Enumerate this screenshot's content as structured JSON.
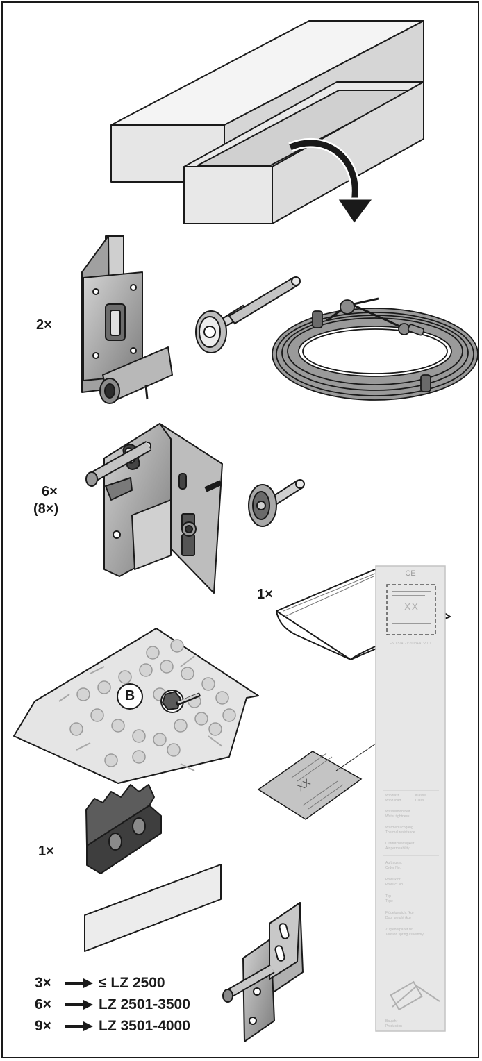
{
  "quantities": {
    "track_set": "2×",
    "hinge_roller": "6×",
    "hinge_roller_alt": "(8×)",
    "manual": "1×",
    "cable_clip": "1×"
  },
  "badge": {
    "screw_bag": "B"
  },
  "sticker": {
    "code": "XX"
  },
  "label": {
    "ce_mark": "CE",
    "code": "XX",
    "standard": "EN 13241-1:2003+A1:2011",
    "wind_en": "Wind load",
    "wind_de": "Windlast",
    "class_1": "Klasse",
    "class_2": "Class",
    "water_de": "Wasserdichtheit",
    "water_en": "Water tightness",
    "thermal_de": "Wärmedurchgang",
    "thermal_en": "Thermal resistance",
    "air_de": "Luftdurchlässigkeit",
    "air_en": "Air permeability",
    "order_de": "Auftragsnr.",
    "order_en": "Order No.",
    "product_de": "Produktnr.",
    "product_en": "Product No.",
    "type_de": "Typ",
    "type_en": "Type",
    "weight_de": "Flügelgewicht (kg)",
    "weight_en": "Door weight (kg)",
    "spring_de": "Zugfederpaket Nr.",
    "spring_en": "Tension spring assembly",
    "bottom_de": "Baujahr",
    "bottom_en": "Production"
  },
  "legend": [
    {
      "count": "3×",
      "range": "≤ LZ 2500"
    },
    {
      "count": "6×",
      "range": "LZ 2501-3500"
    },
    {
      "count": "9×",
      "range": "LZ 3501-4000"
    }
  ]
}
